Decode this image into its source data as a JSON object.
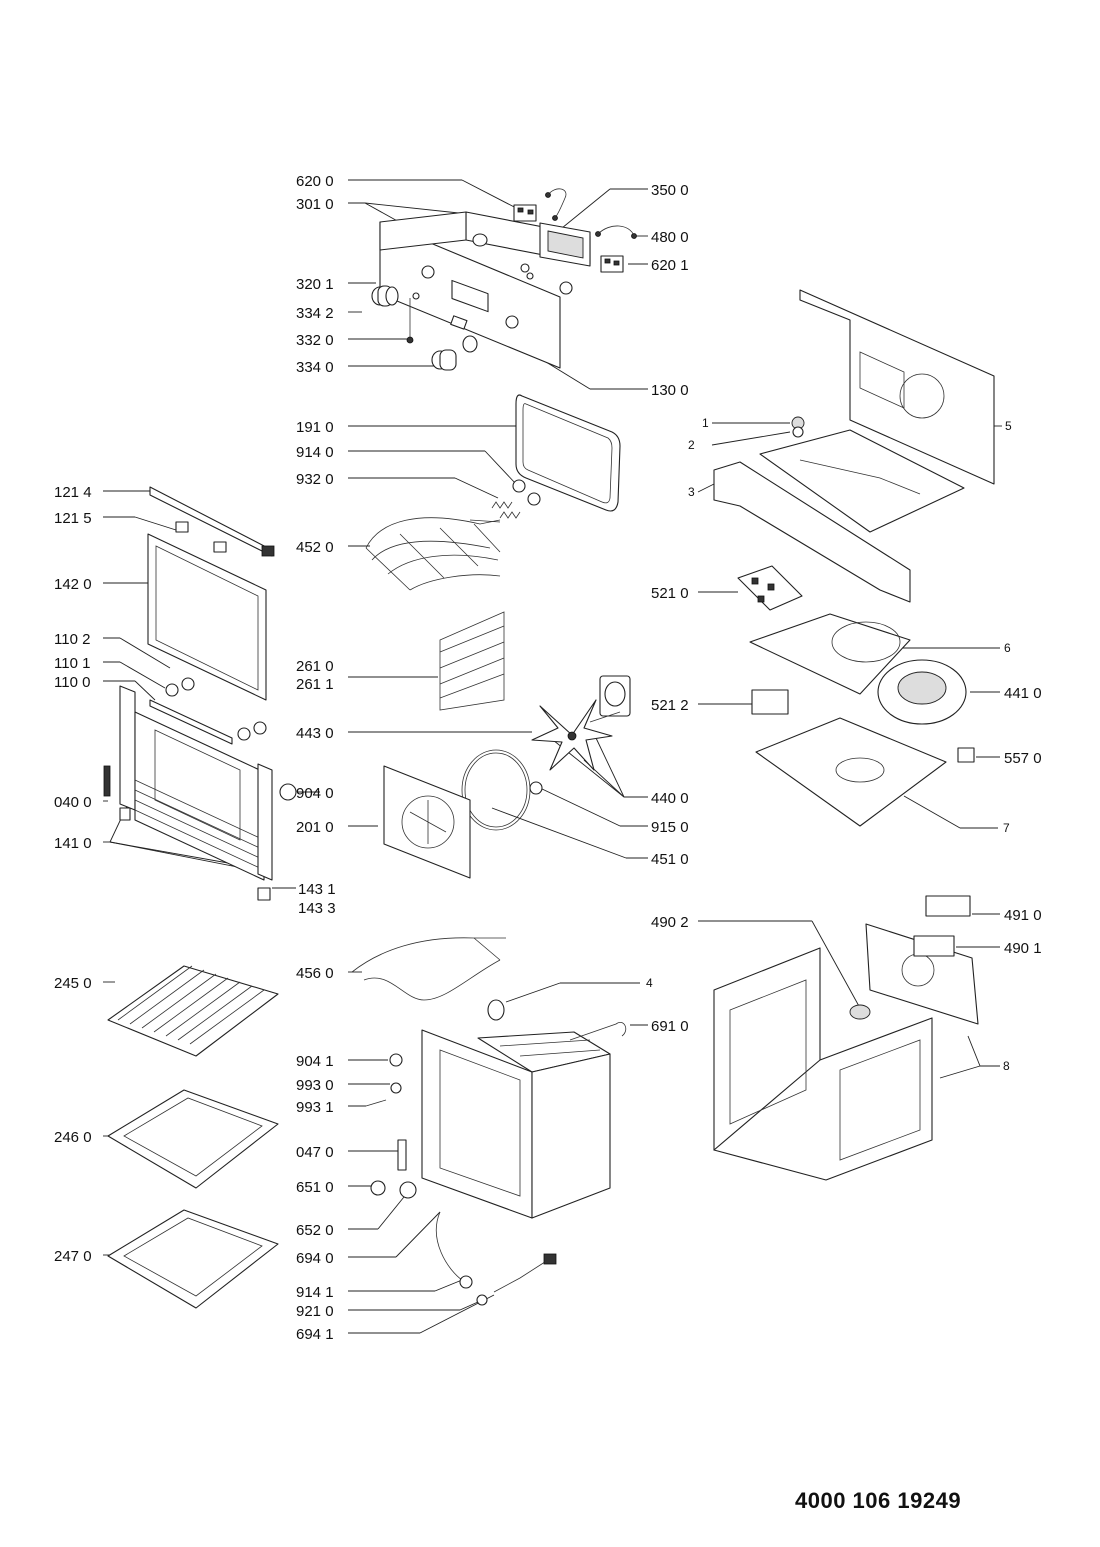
{
  "document_number": "4000 106 19249",
  "callouts": [
    {
      "id": "620_0a",
      "text": "620 0"
    },
    {
      "id": "301_0",
      "text": "301 0"
    },
    {
      "id": "350_0",
      "text": "350 0"
    },
    {
      "id": "480_0",
      "text": "480 0"
    },
    {
      "id": "620_1",
      "text": "620 1"
    },
    {
      "id": "320_1",
      "text": "320 1"
    },
    {
      "id": "334_2",
      "text": "334 2"
    },
    {
      "id": "332_0",
      "text": "332 0"
    },
    {
      "id": "334_0",
      "text": "334 0"
    },
    {
      "id": "130_0",
      "text": "130 0"
    },
    {
      "id": "191_0",
      "text": "191 0"
    },
    {
      "id": "914_0",
      "text": "914 0"
    },
    {
      "id": "932_0",
      "text": "932 0"
    },
    {
      "id": "121_4",
      "text": "121 4"
    },
    {
      "id": "121_5",
      "text": "121 5"
    },
    {
      "id": "452_0",
      "text": "452 0"
    },
    {
      "id": "142_0",
      "text": "142 0"
    },
    {
      "id": "261_0",
      "text": "261 0"
    },
    {
      "id": "261_1",
      "text": "261 1"
    },
    {
      "id": "110_2",
      "text": "110 2"
    },
    {
      "id": "110_1",
      "text": "110 1"
    },
    {
      "id": "110_0",
      "text": "110 0"
    },
    {
      "id": "443_0",
      "text": "443 0"
    },
    {
      "id": "040_0",
      "text": "040 0"
    },
    {
      "id": "904_0",
      "text": "904 0"
    },
    {
      "id": "201_0",
      "text": "201 0"
    },
    {
      "id": "141_0",
      "text": "141 0"
    },
    {
      "id": "440_0",
      "text": "440 0"
    },
    {
      "id": "915_0",
      "text": "915 0"
    },
    {
      "id": "451_0",
      "text": "451 0"
    },
    {
      "id": "143_1",
      "text": "143 1"
    },
    {
      "id": "143_3",
      "text": "143 3"
    },
    {
      "id": "456_0",
      "text": "456 0"
    },
    {
      "id": "245_0",
      "text": "245 0"
    },
    {
      "id": "4",
      "text": "4"
    },
    {
      "id": "691_0",
      "text": "691 0"
    },
    {
      "id": "904_1",
      "text": "904 1"
    },
    {
      "id": "993_0",
      "text": "993 0"
    },
    {
      "id": "993_1",
      "text": "993 1"
    },
    {
      "id": "246_0",
      "text": "246 0"
    },
    {
      "id": "047_0",
      "text": "047 0"
    },
    {
      "id": "651_0",
      "text": "651 0"
    },
    {
      "id": "652_0",
      "text": "652 0"
    },
    {
      "id": "247_0",
      "text": "247 0"
    },
    {
      "id": "694_0",
      "text": "694 0"
    },
    {
      "id": "914_1",
      "text": "914 1"
    },
    {
      "id": "921_0",
      "text": "921 0"
    },
    {
      "id": "694_1",
      "text": "694 1"
    },
    {
      "id": "1",
      "text": "1"
    },
    {
      "id": "2",
      "text": "2"
    },
    {
      "id": "3",
      "text": "3"
    },
    {
      "id": "5",
      "text": "5"
    },
    {
      "id": "521_0",
      "text": "521 0"
    },
    {
      "id": "6",
      "text": "6"
    },
    {
      "id": "441_0",
      "text": "441 0"
    },
    {
      "id": "521_2",
      "text": "521 2"
    },
    {
      "id": "557_0",
      "text": "557 0"
    },
    {
      "id": "7",
      "text": "7"
    },
    {
      "id": "490_2",
      "text": "490 2"
    },
    {
      "id": "491_0",
      "text": "491 0"
    },
    {
      "id": "490_1",
      "text": "490 1"
    },
    {
      "id": "8",
      "text": "8"
    }
  ]
}
